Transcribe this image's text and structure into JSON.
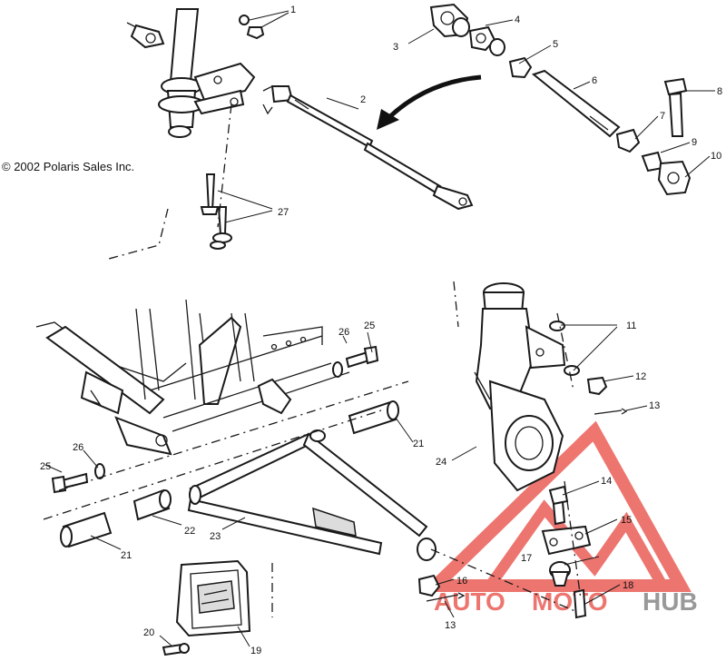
{
  "copyright": "© 2002 Polaris Sales Inc.",
  "watermark": {
    "text_a": "AUTO",
    "text_b": "MOTO",
    "text_c": "HUB",
    "color_red": "#e8483f",
    "color_grey": "#777777"
  },
  "callouts": {
    "c1": "1",
    "c2": "2",
    "c3": "3",
    "c4": "4",
    "c5": "5",
    "c6": "6",
    "c7": "7",
    "c8": "8",
    "c9": "9",
    "c10": "10",
    "c11": "11",
    "c12": "12",
    "c13a": "13",
    "c13b": "13",
    "c14": "14",
    "c15": "15",
    "c16": "16",
    "c17": "17",
    "c18": "18",
    "c19": "19",
    "c20": "20",
    "c21a": "21",
    "c21b": "21",
    "c22": "22",
    "c23": "23",
    "c24": "24",
    "c25a": "25",
    "c25b": "25",
    "c26a": "26",
    "c26b": "26",
    "c27": "27"
  }
}
